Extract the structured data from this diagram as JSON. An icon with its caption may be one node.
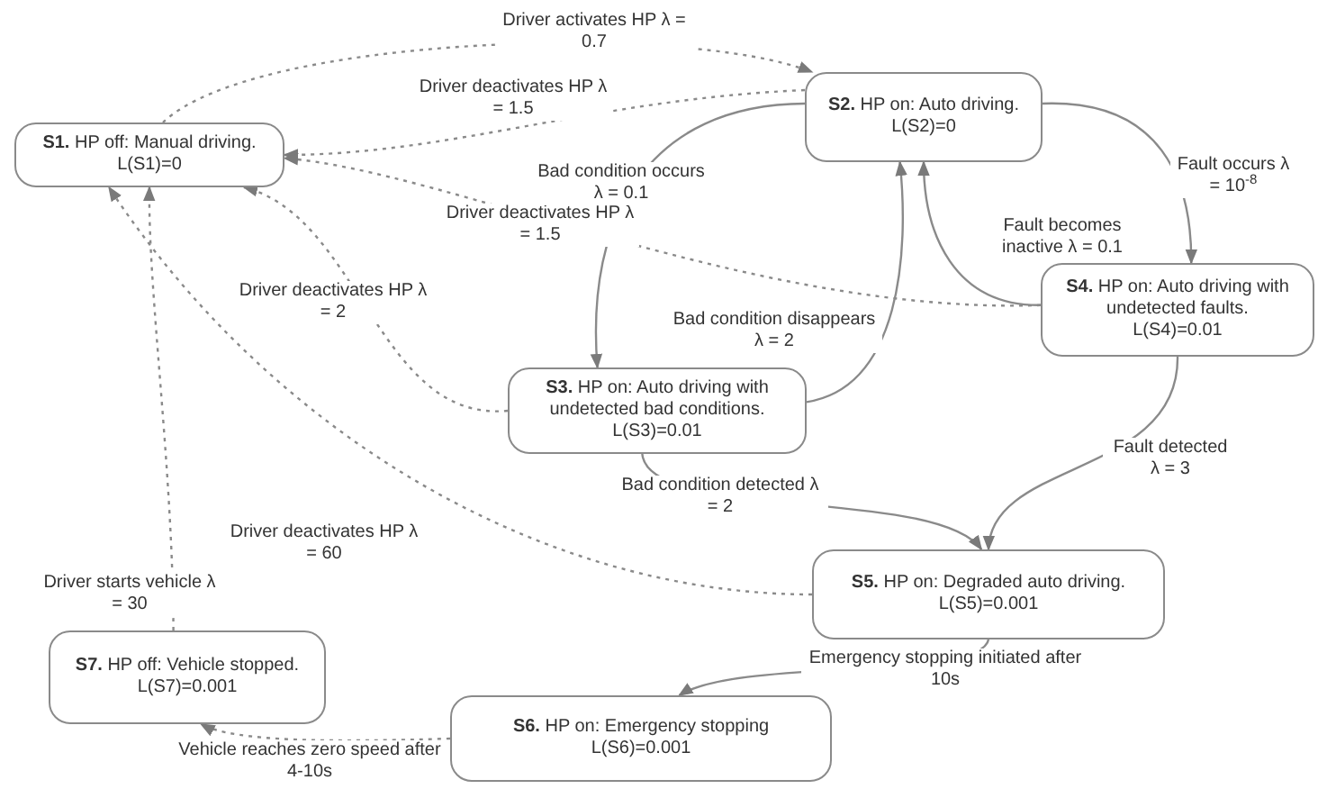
{
  "diagram": {
    "nodes": [
      {
        "text": [
          "**S1.** HP off: Manual driving.",
          "L(S1)=0"
        ]
      },
      {
        "text": [
          "**S2.** HP on: Auto driving.",
          "L(S2)=0"
        ]
      },
      {
        "text": [
          "**S3.** HP on: Auto driving with undetected bad conditions.",
          "L(S3)=0.01"
        ]
      },
      {
        "text": [
          "**S4.** HP on: Auto driving with undetected faults.",
          "L(S4)=0.01"
        ]
      },
      {
        "text": [
          "**S5.** HP on: Degraded auto driving.",
          "L(S5)=0.001"
        ]
      },
      {
        "text": [
          "**S6.** HP on: Emergency stopping",
          "L(S6)=0.001"
        ]
      },
      {
        "text": [
          "**S7.** HP off: Vehicle stopped.",
          "L(S7)=0.001"
        ]
      }
    ],
    "edges": [
      {
        "from": 0,
        "to": 1,
        "arrow": "to",
        "label": "Driver activates HP λ = 0.7",
        "style": "dashed"
      },
      {
        "from": 1,
        "to": 0,
        "arrow": "to",
        "label": "Driver deactivates HP λ = 1.5",
        "style": "dashed"
      },
      {
        "from": 3,
        "to": 0,
        "arrow": "to",
        "label": "Driver deactivates HP λ = 1.5",
        "style": "dashed"
      },
      {
        "from": 2,
        "to": 0,
        "arrow": "to",
        "label": "Driver deactivates HP λ = 2",
        "style": "dashed"
      },
      {
        "from": 1,
        "to": 2,
        "arrow": "to",
        "label": "Bad condition occurs λ = 0.1"
      },
      {
        "from": 1,
        "to": 3,
        "arrow": "to",
        "label": "Fault occurs λ = 10$^{-8}$"
      },
      {
        "from": 3,
        "to": 1,
        "arrow": "to",
        "label": "Fault becomes inactive λ = 0.1"
      },
      {
        "from": 2,
        "to": 1,
        "arrow": "to",
        "label": "Bad condition disappears λ = 2"
      },
      {
        "from": 3,
        "to": 4,
        "arrow": "to",
        "label": "Fault detected λ = 3"
      },
      {
        "from": 2,
        "to": 4,
        "arrow": "to",
        "label": "Bad condition detected λ = 2"
      },
      {
        "from": 4,
        "to": 0,
        "arrow": "to",
        "label": "Driver deactivates HP λ = 60",
        "style": "dashed"
      },
      {
        "from": 6,
        "to": 0,
        "arrow": "to",
        "label": "Driver starts vehicle λ = 30",
        "style": "dashed"
      },
      {
        "from": 4,
        "to": 5,
        "arrow": "to",
        "label": "Emergency stopping initiated after 10s"
      },
      {
        "from": 5,
        "to": 6,
        "arrow": "to",
        "label": "Vehicle reaches zero speed after 4-10s",
        "style": "dashed"
      }
    ]
  }
}
